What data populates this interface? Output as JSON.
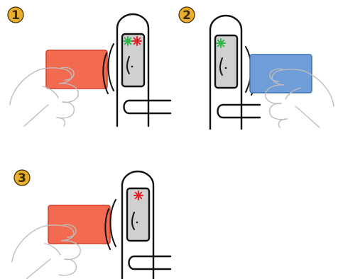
{
  "steps": [
    {
      "number": "1",
      "card": "red-card",
      "leds": [
        "green",
        "red"
      ]
    },
    {
      "number": "2",
      "card": "blue-card",
      "leds": [
        "green"
      ]
    },
    {
      "number": "3",
      "card": "red-card",
      "leds": [
        "red"
      ]
    }
  ],
  "colors": {
    "badge": "#E9AE2E",
    "badge_stroke": "#3a2a00",
    "red_card": "#F26A50",
    "red_card_stroke": "#D63C26",
    "blue_card": "#6E9DD8",
    "blue_card_stroke": "#3E6FB0",
    "reader_panel": "#D0D0D0",
    "led_green": "#2DB84C",
    "led_red": "#E0242A",
    "line": "#111111"
  },
  "icons": [
    "hand-icon",
    "card-icon",
    "door-lock-icon",
    "handle-icon",
    "led-icon"
  ]
}
